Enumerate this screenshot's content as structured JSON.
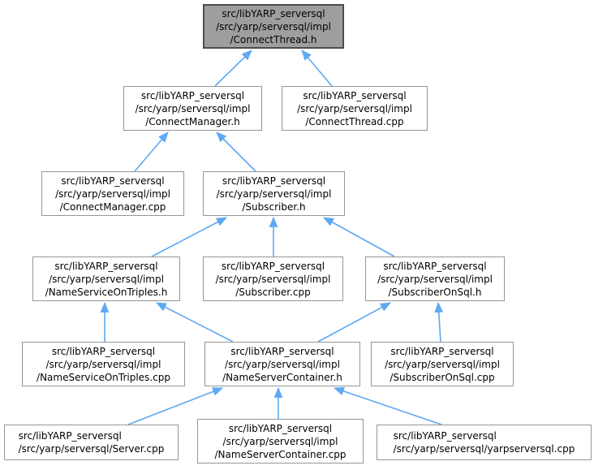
{
  "graph": {
    "type": "include-dependency-graph",
    "colors": {
      "background": "#ffffff",
      "edge": "#5da9f2",
      "node_fill": "#ffffff",
      "node_border": "#969696",
      "highlight_fill": "#9e9e9e",
      "highlight_border": "#4c4c4c",
      "text": "#000000"
    },
    "nodes": [
      {
        "id": "ConnectThread.h",
        "label": "src/libYARP_serversql\n/src/yarp/serversql/impl\n/ConnectThread.h",
        "highlighted": true
      },
      {
        "id": "ConnectManager.h",
        "label": "src/libYARP_serversql\n/src/yarp/serversql/impl\n/ConnectManager.h",
        "highlighted": false
      },
      {
        "id": "ConnectThread.cpp",
        "label": "src/libYARP_serversql\n/src/yarp/serversql/impl\n/ConnectThread.cpp",
        "highlighted": false
      },
      {
        "id": "ConnectManager.cpp",
        "label": "src/libYARP_serversql\n/src/yarp/serversql/impl\n/ConnectManager.cpp",
        "highlighted": false
      },
      {
        "id": "Subscriber.h",
        "label": "src/libYARP_serversql\n/src/yarp/serversql/impl\n/Subscriber.h",
        "highlighted": false
      },
      {
        "id": "NameServiceOnTriples.h",
        "label": "src/libYARP_serversql\n/src/yarp/serversql/impl\n/NameServiceOnTriples.h",
        "highlighted": false
      },
      {
        "id": "Subscriber.cpp",
        "label": "src/libYARP_serversql\n/src/yarp/serversql/impl\n/Subscriber.cpp",
        "highlighted": false
      },
      {
        "id": "SubscriberOnSql.h",
        "label": "src/libYARP_serversql\n/src/yarp/serversql/impl\n/SubscriberOnSql.h",
        "highlighted": false
      },
      {
        "id": "NameServiceOnTriples.cpp",
        "label": "src/libYARP_serversql\n/src/yarp/serversql/impl\n/NameServiceOnTriples.cpp",
        "highlighted": false
      },
      {
        "id": "NameServerContainer.h",
        "label": "src/libYARP_serversql\n/src/yarp/serversql/impl\n/NameServerContainer.h",
        "highlighted": false
      },
      {
        "id": "SubscriberOnSql.cpp",
        "label": "src/libYARP_serversql\n/src/yarp/serversql/impl\n/SubscriberOnSql.cpp",
        "highlighted": false
      },
      {
        "id": "Server.cpp",
        "label": "src/libYARP_serversql\n/src/yarp/serversql/Server.cpp",
        "highlighted": false
      },
      {
        "id": "NameServerContainer.cpp",
        "label": "src/libYARP_serversql\n/src/yarp/serversql/impl\n/NameServerContainer.cpp",
        "highlighted": false
      },
      {
        "id": "yarpserversql.cpp",
        "label": "src/libYARP_serversql\n/src/yarp/serversql/yarpserversql.cpp",
        "highlighted": false
      }
    ],
    "edges": [
      {
        "from": "ConnectManager.h",
        "to": "ConnectThread.h"
      },
      {
        "from": "ConnectThread.cpp",
        "to": "ConnectThread.h"
      },
      {
        "from": "ConnectManager.cpp",
        "to": "ConnectManager.h"
      },
      {
        "from": "Subscriber.h",
        "to": "ConnectManager.h"
      },
      {
        "from": "NameServiceOnTriples.h",
        "to": "Subscriber.h"
      },
      {
        "from": "Subscriber.cpp",
        "to": "Subscriber.h"
      },
      {
        "from": "SubscriberOnSql.h",
        "to": "Subscriber.h"
      },
      {
        "from": "NameServiceOnTriples.cpp",
        "to": "NameServiceOnTriples.h"
      },
      {
        "from": "NameServerContainer.h",
        "to": "NameServiceOnTriples.h"
      },
      {
        "from": "NameServerContainer.h",
        "to": "SubscriberOnSql.h"
      },
      {
        "from": "SubscriberOnSql.cpp",
        "to": "SubscriberOnSql.h"
      },
      {
        "from": "Server.cpp",
        "to": "NameServerContainer.h"
      },
      {
        "from": "NameServerContainer.cpp",
        "to": "NameServerContainer.h"
      },
      {
        "from": "yarpserversql.cpp",
        "to": "NameServerContainer.h"
      }
    ]
  }
}
